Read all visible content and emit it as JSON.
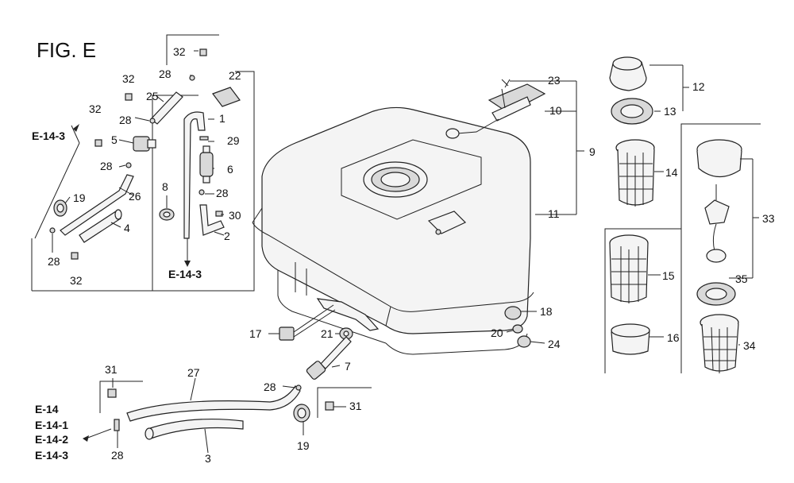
{
  "figure_title": "FIG. E",
  "callouts": {
    "c1": "1",
    "c2": "2",
    "c3": "3",
    "c4": "4",
    "c5": "5",
    "c6": "6",
    "c7": "7",
    "c8": "8",
    "c9": "9",
    "c10": "10",
    "c11": "11",
    "c12": "12",
    "c13": "13",
    "c14": "14",
    "c15": "15",
    "c16": "16",
    "c17": "17",
    "c18": "18",
    "c19a": "19",
    "c19b": "19",
    "c20": "20",
    "c21": "21",
    "c22": "22",
    "c23": "23",
    "c24": "24",
    "c25": "25",
    "c26": "26",
    "c27": "27",
    "c28a": "28",
    "c28b": "28",
    "c28c": "28",
    "c28d": "28",
    "c28e": "28",
    "c28f": "28",
    "c28g": "28",
    "c29": "29",
    "c30": "30",
    "c31a": "31",
    "c31b": "31",
    "c32a": "32",
    "c32b": "32",
    "c32c": "32",
    "c32d": "32",
    "c33": "33",
    "c34": "34",
    "c35": "35"
  },
  "refs": {
    "r1": "E-14-3",
    "r2": "E-14-3",
    "r3": "E-14",
    "r4": "E-14-1",
    "r5": "E-14-2",
    "r6": "E-14-3"
  }
}
